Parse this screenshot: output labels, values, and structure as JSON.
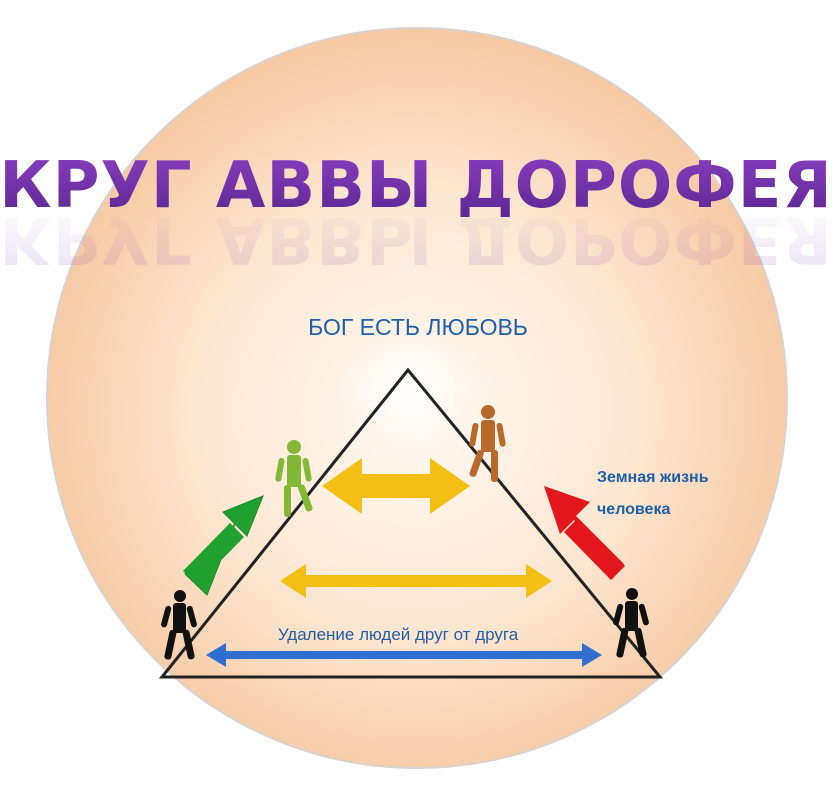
{
  "diagram": {
    "title": "КРУГ АВВЫ ДОРОФЕЯ",
    "apex_label": "БОГ ЕСТЬ ЛЮБОВЬ",
    "side_label_line1": "Земная жизнь",
    "side_label_line2": "человека",
    "base_label": "Удаление людей друг от друга"
  },
  "colors": {
    "title": "#6a2fa0",
    "circle_center": "#fff7ee",
    "circle_edge": "#f6c9a3",
    "circle_border": "#d8d0cc",
    "label_blue": "#1f5fa8",
    "arrow_yellow": "#f5be12",
    "arrow_blue": "#2f6fd0",
    "arrow_green": "#1fa02f",
    "arrow_red": "#e3161b",
    "figure_black": "#111111",
    "figure_green": "#82b836",
    "figure_brown": "#b86a2c",
    "triangle": "#222222"
  },
  "icons": {
    "person_bottom_left": "walking-person-icon",
    "person_bottom_right": "walking-person-icon",
    "person_middle_left": "climbing-person-icon",
    "person_middle_right": "climbing-person-icon"
  }
}
